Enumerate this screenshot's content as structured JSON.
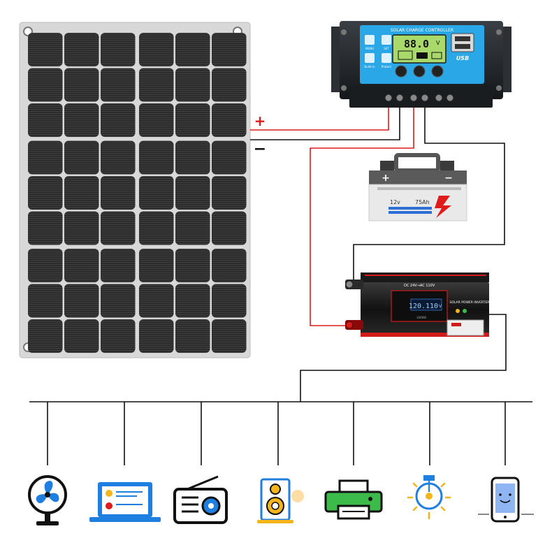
{
  "colors": {
    "positive_wire": "#e01b1b",
    "negative_wire": "#111111",
    "controller_screen": "#2aa7e6",
    "lcd": "#a9d96b",
    "inverter_body": "#1c1c1c",
    "inverter_accent": "#d11a1a",
    "appliance_blue": "#1e7fe0",
    "appliance_yellow": "#f3b51b",
    "appliance_green": "#3dbb4a",
    "appliance_black": "#111111"
  },
  "wires": {
    "positive_sign": "+",
    "negative_sign": "−"
  },
  "controller": {
    "title": "SOLAR CHARGE CONTROLLER",
    "display_value": "88.0",
    "display_unit": "V",
    "usb_label": "USB",
    "menu_labels": [
      "MENU",
      "SET",
      "Build-in",
      "Protect"
    ]
  },
  "battery": {
    "voltage": "12v",
    "capacity": "75Ah",
    "pos_sign": "+",
    "neg_sign": "−"
  },
  "inverter": {
    "top_label": "DC 24V→AC 110V",
    "display_value": "120.110",
    "display_unit": "V",
    "brand": "SOLAR POWER INVERTER",
    "power_label": "1000W"
  },
  "appliances": [
    {
      "name": "fan-icon"
    },
    {
      "name": "laptop-icon"
    },
    {
      "name": "radio-icon"
    },
    {
      "name": "speaker-icon"
    },
    {
      "name": "printer-icon"
    },
    {
      "name": "bulb-icon"
    },
    {
      "name": "phone-icon"
    }
  ]
}
